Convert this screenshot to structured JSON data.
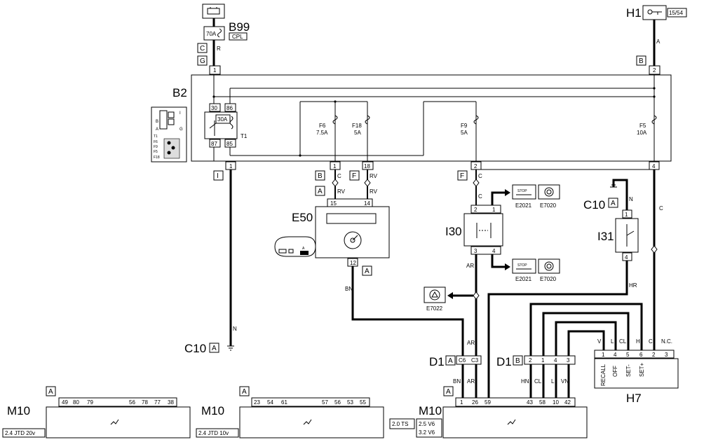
{
  "components": {
    "b99": {
      "label": "B99",
      "tag": "CPL",
      "rating": "70A"
    },
    "h1": {
      "label": "H1",
      "tag": "15/54"
    },
    "b2": {
      "label": "B2",
      "t1": "T1",
      "relay_rating": "30A",
      "relay_pins": [
        "30",
        "86",
        "87",
        "85"
      ],
      "mini_labels": [
        "T1",
        "F6",
        "F9",
        "F5",
        "F18"
      ],
      "mini_letters": [
        "I",
        "B",
        "G",
        "A"
      ]
    },
    "e50": {
      "label": "E50",
      "pins": [
        "15",
        "14",
        "12"
      ]
    },
    "i30": {
      "label": "I30",
      "pins": [
        "2",
        "1",
        "3",
        "4"
      ]
    },
    "i31": {
      "label": "I31",
      "pins": [
        "1",
        "4"
      ]
    },
    "h7": {
      "label": "H7",
      "pins": [
        "1",
        "4",
        "5",
        "6",
        "2",
        "3"
      ],
      "wire_labels": [
        "V",
        "L",
        "CL",
        "H",
        "C",
        "N.C."
      ],
      "functions": [
        "RECALL",
        "OFF",
        "SET-",
        "SET+"
      ]
    },
    "e2021_top": "E2021",
    "e7020_top": "E7020",
    "e2021_bot": "E2021",
    "e7020_bot": "E7020",
    "e7022": "E7022"
  },
  "fuses": [
    {
      "name": "F6",
      "rating": "7.5A",
      "pin": "1"
    },
    {
      "name": "F18",
      "rating": "5A",
      "pin": "18"
    },
    {
      "name": "F9",
      "rating": "5A",
      "pin": "2"
    },
    {
      "name": "F5",
      "rating": "10A",
      "pin": "4"
    }
  ],
  "connector_letters": {
    "b99_c": "C",
    "b99_g": "G",
    "h1_b": "B",
    "b2_i": "I",
    "f6_b": "B",
    "f18_f": "F",
    "f9_f": "F",
    "e50_a_top": "A",
    "e50_a_bot": "A",
    "c10_left": "A",
    "c10_right": "A",
    "d1_left": "A",
    "d1_right": "B",
    "m10_a1": "A",
    "m10_a2": "A",
    "m10_a3": "A"
  },
  "wires": {
    "r": "R",
    "a": "A",
    "c1": "C",
    "c2": "C",
    "c3": "C",
    "c4": "C",
    "rv1": "RV",
    "rv2": "RV",
    "rv3": "RV",
    "rv4": "RV",
    "n1": "N",
    "n2": "N",
    "bn1": "BN",
    "bn2": "BN",
    "ar1": "AR",
    "ar2": "AR",
    "ar3": "AR",
    "hr": "HR",
    "hn": "HN",
    "cl": "CL",
    "l": "L",
    "vn": "VN"
  },
  "pins": {
    "b2_1": "1",
    "b2_2": "2",
    "b2_1b": "1",
    "b2_18": "18",
    "b2_2b": "2",
    "b2_4": "4",
    "b2_1c": "1"
  },
  "grounds": {
    "c10_left": "C10",
    "c10_right": "C10"
  },
  "d1": {
    "left_label": "D1",
    "left_pins": [
      "C6",
      "C3"
    ],
    "right_label": "D1",
    "right_pins": [
      "2",
      "1",
      "4",
      "3"
    ]
  },
  "m10": [
    {
      "label": "M10",
      "pins": [
        "49",
        "80",
        "79",
        "56",
        "78",
        "77",
        "38"
      ],
      "variants": [
        "2.4 JTD 20v"
      ]
    },
    {
      "label": "M10",
      "pins": [
        "23",
        "54",
        "61",
        "57",
        "56",
        "53",
        "55"
      ],
      "variants": [
        "2.4 JTD 10v"
      ]
    },
    {
      "label": "M10",
      "pins": [
        "1",
        "26",
        "59",
        "43",
        "58",
        "10",
        "42"
      ],
      "variants": [
        "2.0 TS",
        "2.5 V6",
        "3.2 V6"
      ]
    }
  ],
  "colors": {
    "line": "#000000",
    "background": "#ffffff"
  }
}
